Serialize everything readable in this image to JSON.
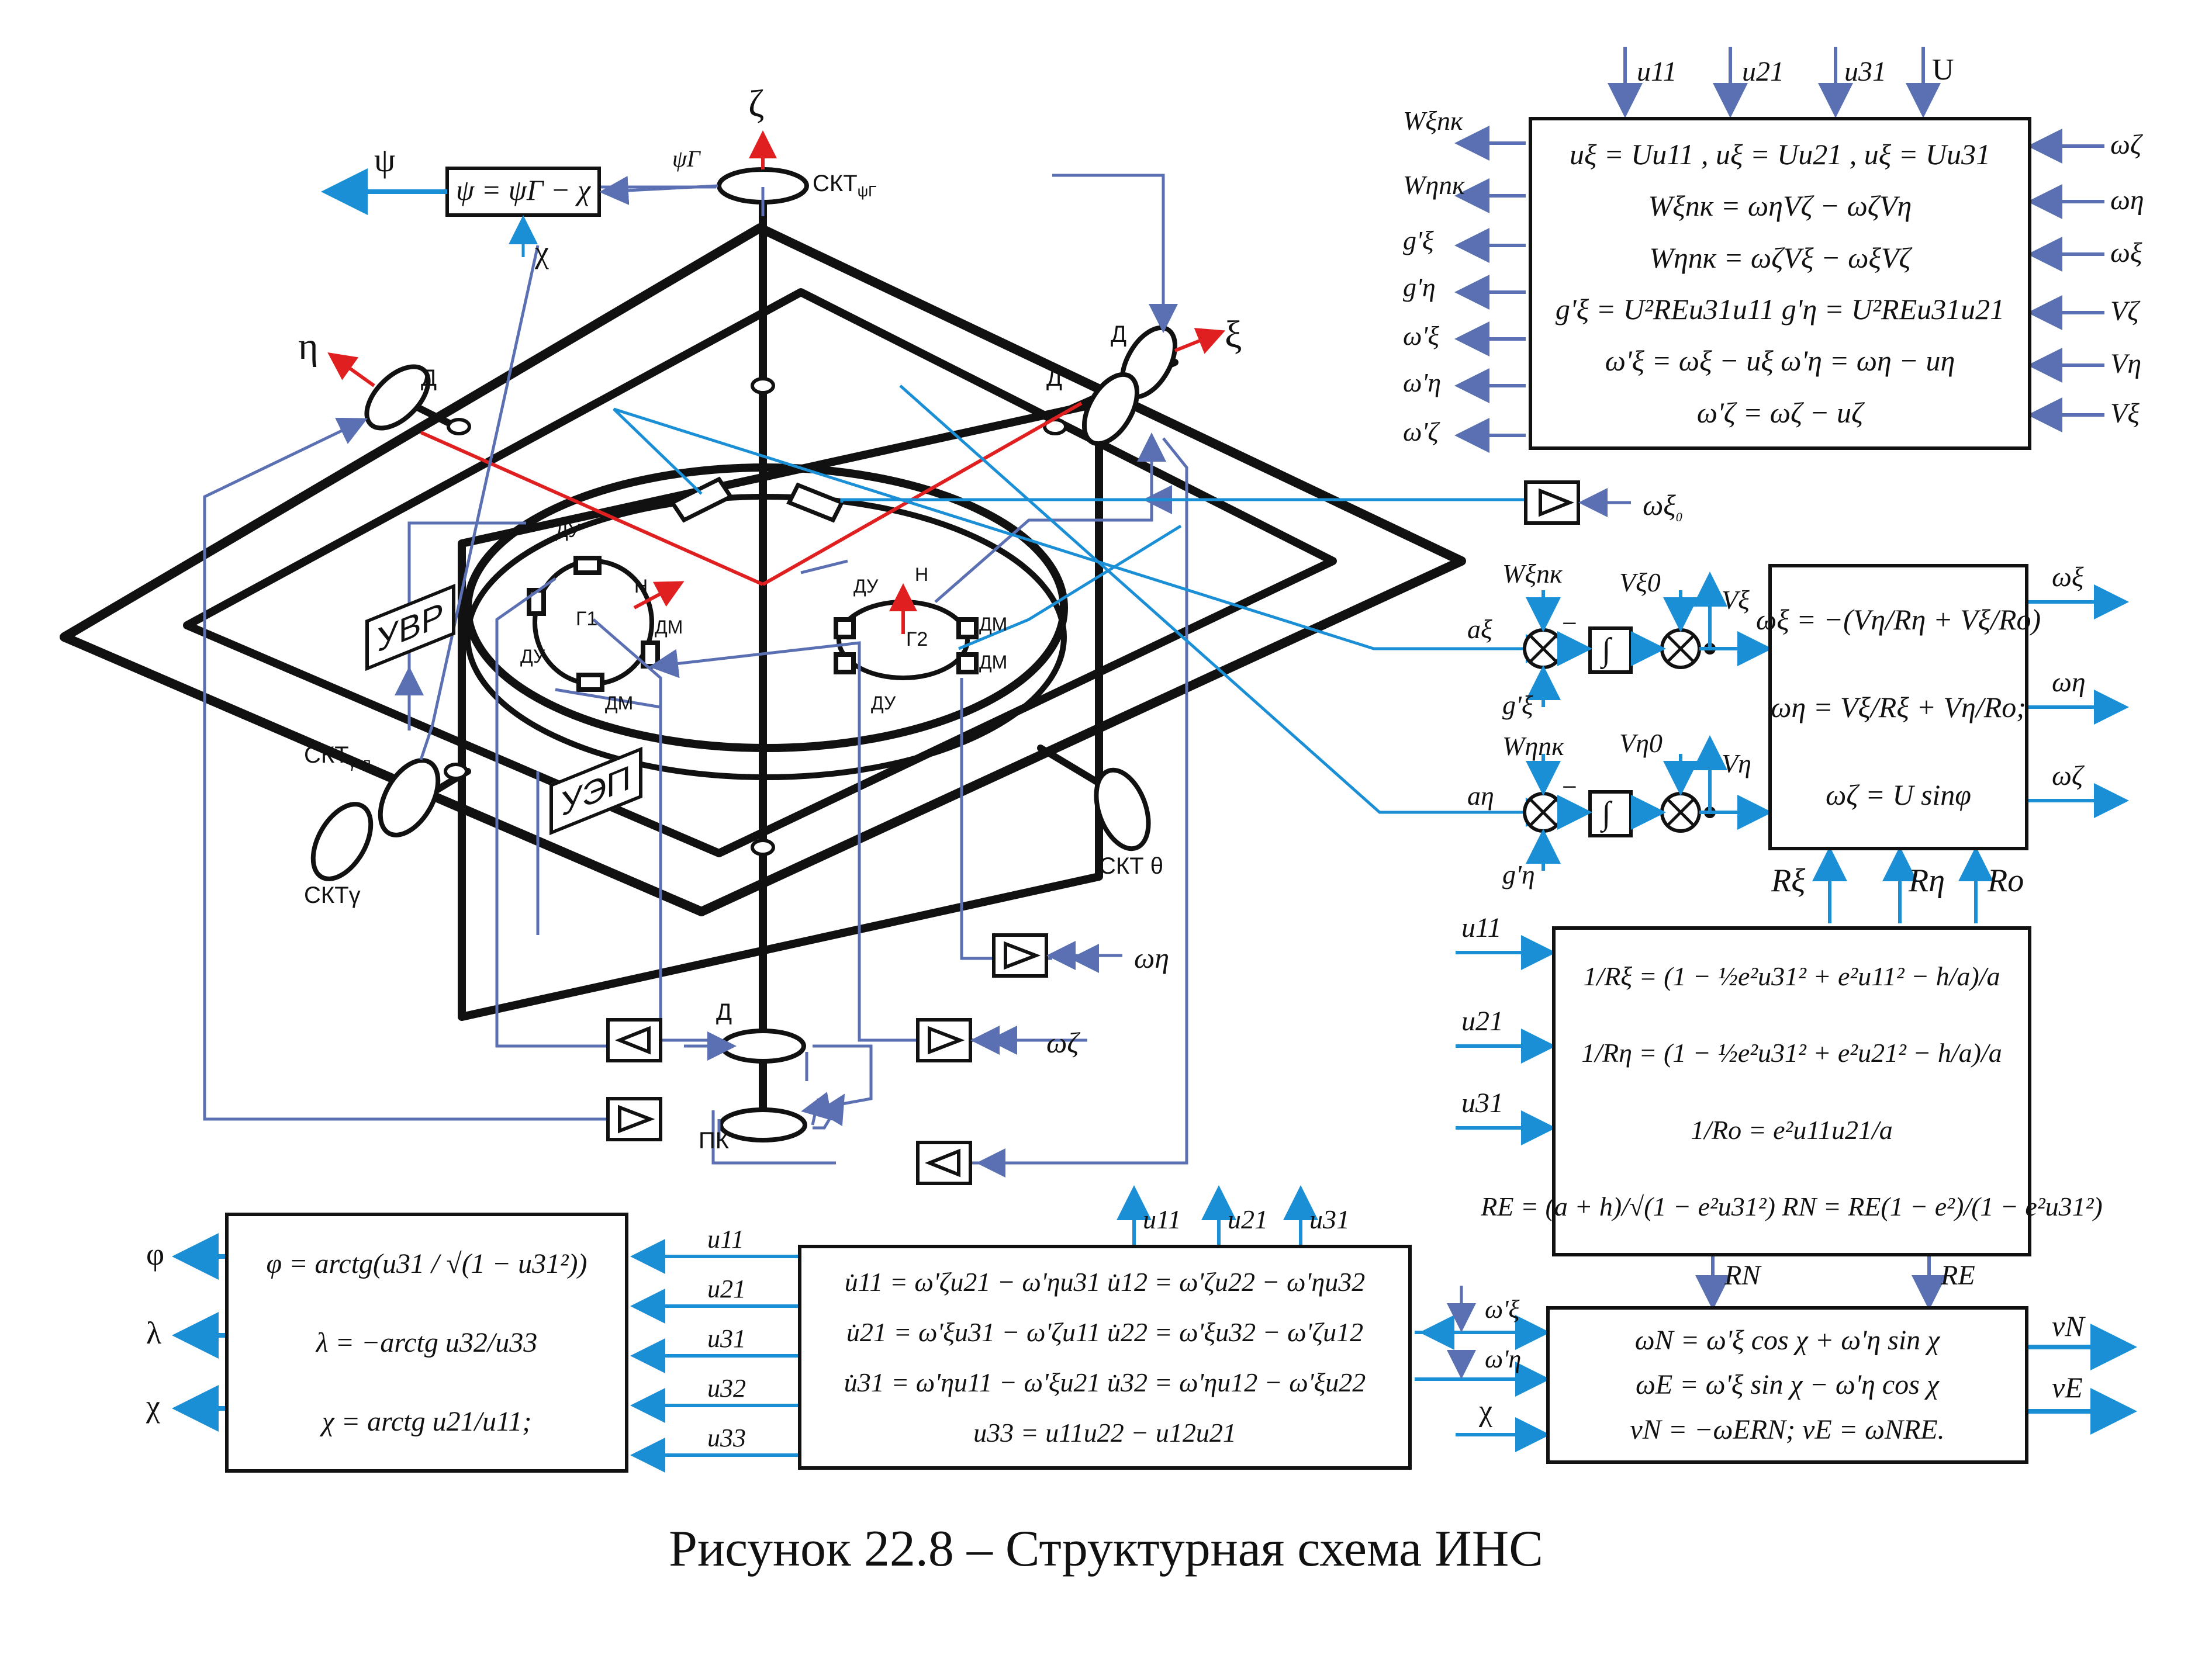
{
  "caption": "Рисунок 22.8 – Структурная схема ИНС",
  "platform": {
    "axis_zeta": "ζ",
    "axis_eta": "η",
    "axis_xi": "ξ",
    "gyro1": "Г1",
    "gyro2": "Г2",
    "du": "ДУ",
    "dm": "ДМ",
    "h": "Н",
    "uvr": "УВР",
    "uep": "УЭП",
    "d": "Д",
    "pk": "ПК",
    "skt_psi": "СКТ",
    "skt_psi_sub": "ψГ",
    "skt_gamma": "СКТγ",
    "skt_gamma_vp": "СКТ",
    "skt_gamma_vp_sub": "γвп",
    "skt_theta": "СКТ θ",
    "psi_out": "ψ",
    "psi_gamma_in": "ψГ",
    "chi_in": "χ",
    "psi_formula": "ψ = ψГ − χ",
    "omega_xi0": "ωξ",
    "omega_xi0_sub": "0",
    "omega_eta": "ωη",
    "omega_zeta": "ωζ"
  },
  "top_block": {
    "inputs_top": [
      "u11",
      "u21",
      "u31",
      "U"
    ],
    "outputs_left": [
      "Wξпк",
      "Wηпк",
      "g'ξ",
      "g'η",
      "ω'ξ",
      "ω'η",
      "ω'ζ"
    ],
    "inputs_right": [
      "ωζ",
      "ωη",
      "ωξ",
      "Vζ",
      "Vη",
      "Vξ"
    ],
    "lines": [
      "uξ = Uu11 , uξ = Uu21 , uξ = Uu31",
      "Wξпк = ωηVζ − ωζVη",
      "Wηпк = ωζVξ − ωξVζ",
      "g'ξ = U²REu31u11   g'η = U²REu31u21",
      "ω'ξ = ωξ − uξ     ω'η = ωη − uη",
      "ω'ζ = ωζ − uζ"
    ]
  },
  "velocity": {
    "a_xi": "aξ",
    "a_eta": "aη",
    "w_xi": "Wξпк",
    "w_eta": "Wηпк",
    "g_xi": "g'ξ",
    "g_eta": "g'η",
    "v_xi0": "Vξ0",
    "v_eta0": "Vη0",
    "v_xi": "Vξ",
    "v_eta": "Vη",
    "integrator": "∫",
    "minus": "−"
  },
  "omega_block": {
    "outputs": [
      "ωξ",
      "ωη",
      "ωζ"
    ],
    "inputs_bottom": [
      "Rξ",
      "Rη",
      "Ro"
    ],
    "lines": [
      "ωξ = −(Vη/Rη + Vξ/Ro)",
      "ωη = Vξ/Rξ + Vη/Ro;",
      "ωζ = U sinφ"
    ]
  },
  "radius_block": {
    "inputs_left": [
      "u11",
      "u21",
      "u31"
    ],
    "outputs_bottom": [
      "RN",
      "RE"
    ],
    "lines": [
      "1/Rξ = (1 − ½e²u31² + e²u11² − h/a)/a",
      "1/Rη = (1 − ½e²u31² + e²u21² − h/a)/a",
      "1/Ro = e²u11u21/a",
      "RE = (a + h)/√(1 − e²u31²)     RN = RE(1 − e²)/(1 − e²u31²)"
    ]
  },
  "nav_block": {
    "inputs_left": [
      "ω'ξ",
      "ω'η",
      "χ"
    ],
    "outputs": [
      "vN",
      "vE"
    ],
    "lines": [
      "ωN = ω'ξ cos χ + ω'η sin χ",
      "ωE = ω'ξ sin χ − ω'η cos χ",
      "vN = −ωERN;     vE = ωNRE."
    ]
  },
  "dcm_block": {
    "outputs_top": [
      "u11",
      "u21",
      "u31"
    ],
    "outputs_left": [
      "u11",
      "u21",
      "u31",
      "u32",
      "u33"
    ],
    "lines": [
      "u̇11 = ω'ζu21 − ω'ηu31    u̇12 = ω'ζu22 − ω'ηu32",
      "u̇21 = ω'ξu31 − ω'ζu11    u̇22 = ω'ξu32 − ω'ζu12",
      "u̇31 = ω'ηu11 − ω'ξu21    u̇32 = ω'ηu12 − ω'ξu22",
      "u33 = u11u22 − u12u21"
    ]
  },
  "angle_block": {
    "outputs": [
      "φ",
      "λ",
      "χ"
    ],
    "lines": [
      "φ = arctg(u31 / √(1 − u31²))",
      "λ = −arctg u32/u33",
      "χ = arctg u21/u11;"
    ]
  },
  "colors": {
    "frame": "#111111",
    "signal_blue": "#1a8fd6",
    "signal_purple": "#5b6fb3",
    "axis_red": "#e02020"
  }
}
